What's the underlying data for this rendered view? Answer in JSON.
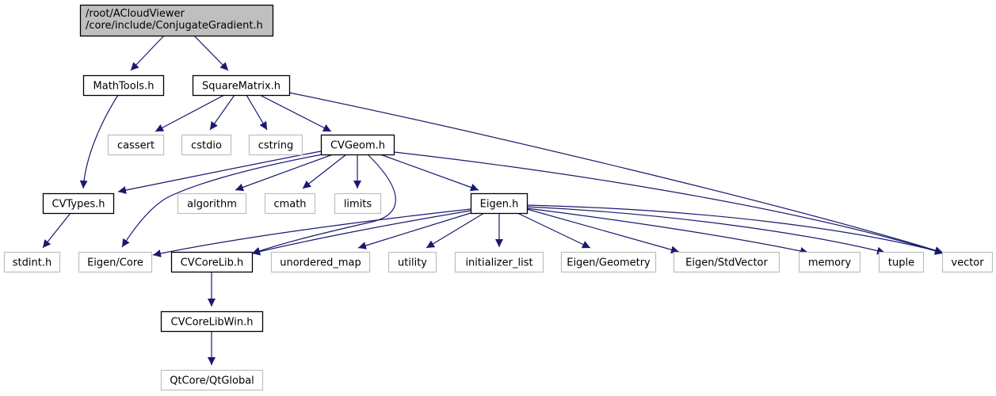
{
  "graph": {
    "type": "include-dependency-graph",
    "colors": {
      "edge": "#191970",
      "root_fill": "#bfbfbf",
      "root_border": "#000000",
      "documented_border": "#000000",
      "external_border": "#bfbfbf",
      "background": "#ffffff"
    },
    "nodes": [
      {
        "id": "root",
        "label_lines": [
          "/root/ACloudViewer",
          "/core/include/ConjugateGradient.h"
        ],
        "kind": "root"
      },
      {
        "id": "mathtools",
        "label_lines": [
          "MathTools.h"
        ],
        "kind": "documented"
      },
      {
        "id": "squarematrix",
        "label_lines": [
          "SquareMatrix.h"
        ],
        "kind": "documented"
      },
      {
        "id": "cassert",
        "label_lines": [
          "cassert"
        ],
        "kind": "external"
      },
      {
        "id": "cstdio",
        "label_lines": [
          "cstdio"
        ],
        "kind": "external"
      },
      {
        "id": "cstring",
        "label_lines": [
          "cstring"
        ],
        "kind": "external"
      },
      {
        "id": "cvgeom",
        "label_lines": [
          "CVGeom.h"
        ],
        "kind": "documented"
      },
      {
        "id": "cvtypes",
        "label_lines": [
          "CVTypes.h"
        ],
        "kind": "documented"
      },
      {
        "id": "algorithm",
        "label_lines": [
          "algorithm"
        ],
        "kind": "external"
      },
      {
        "id": "cmath",
        "label_lines": [
          "cmath"
        ],
        "kind": "external"
      },
      {
        "id": "limits",
        "label_lines": [
          "limits"
        ],
        "kind": "external"
      },
      {
        "id": "eigenh",
        "label_lines": [
          "Eigen.h"
        ],
        "kind": "documented"
      },
      {
        "id": "stdint",
        "label_lines": [
          "stdint.h"
        ],
        "kind": "external"
      },
      {
        "id": "eigencore",
        "label_lines": [
          "Eigen/Core"
        ],
        "kind": "external"
      },
      {
        "id": "cvcorelib",
        "label_lines": [
          "CVCoreLib.h"
        ],
        "kind": "documented"
      },
      {
        "id": "unordered_map",
        "label_lines": [
          "unordered_map"
        ],
        "kind": "external"
      },
      {
        "id": "utility",
        "label_lines": [
          "utility"
        ],
        "kind": "external"
      },
      {
        "id": "initializer_list",
        "label_lines": [
          "initializer_list"
        ],
        "kind": "external"
      },
      {
        "id": "eigengeometry",
        "label_lines": [
          "Eigen/Geometry"
        ],
        "kind": "external"
      },
      {
        "id": "eigenstdvector",
        "label_lines": [
          "Eigen/StdVector"
        ],
        "kind": "external"
      },
      {
        "id": "memory",
        "label_lines": [
          "memory"
        ],
        "kind": "external"
      },
      {
        "id": "tuple",
        "label_lines": [
          "tuple"
        ],
        "kind": "external"
      },
      {
        "id": "vector",
        "label_lines": [
          "vector"
        ],
        "kind": "external"
      },
      {
        "id": "cvcorelibwin",
        "label_lines": [
          "CVCoreLibWin.h"
        ],
        "kind": "documented"
      },
      {
        "id": "qtglobal",
        "label_lines": [
          "QtCore/QtGlobal"
        ],
        "kind": "external"
      }
    ],
    "edges": [
      {
        "from": "root",
        "to": "mathtools"
      },
      {
        "from": "root",
        "to": "squarematrix"
      },
      {
        "from": "mathtools",
        "to": "cvtypes"
      },
      {
        "from": "squarematrix",
        "to": "cassert"
      },
      {
        "from": "squarematrix",
        "to": "cstdio"
      },
      {
        "from": "squarematrix",
        "to": "cstring"
      },
      {
        "from": "squarematrix",
        "to": "cvgeom"
      },
      {
        "from": "squarematrix",
        "to": "vector"
      },
      {
        "from": "cvgeom",
        "to": "cvtypes"
      },
      {
        "from": "cvgeom",
        "to": "eigencore"
      },
      {
        "from": "cvgeom",
        "to": "algorithm"
      },
      {
        "from": "cvgeom",
        "to": "cmath"
      },
      {
        "from": "cvgeom",
        "to": "limits"
      },
      {
        "from": "cvgeom",
        "to": "cvcorelib"
      },
      {
        "from": "cvgeom",
        "to": "eigenh"
      },
      {
        "from": "cvgeom",
        "to": "vector"
      },
      {
        "from": "cvtypes",
        "to": "stdint"
      },
      {
        "from": "eigenh",
        "to": "eigencore"
      },
      {
        "from": "eigenh",
        "to": "cvcorelib"
      },
      {
        "from": "eigenh",
        "to": "unordered_map"
      },
      {
        "from": "eigenh",
        "to": "utility"
      },
      {
        "from": "eigenh",
        "to": "initializer_list"
      },
      {
        "from": "eigenh",
        "to": "eigengeometry"
      },
      {
        "from": "eigenh",
        "to": "eigenstdvector"
      },
      {
        "from": "eigenh",
        "to": "memory"
      },
      {
        "from": "eigenh",
        "to": "tuple"
      },
      {
        "from": "eigenh",
        "to": "vector"
      },
      {
        "from": "cvcorelib",
        "to": "cvcorelibwin"
      },
      {
        "from": "cvcorelibwin",
        "to": "qtglobal"
      }
    ]
  }
}
